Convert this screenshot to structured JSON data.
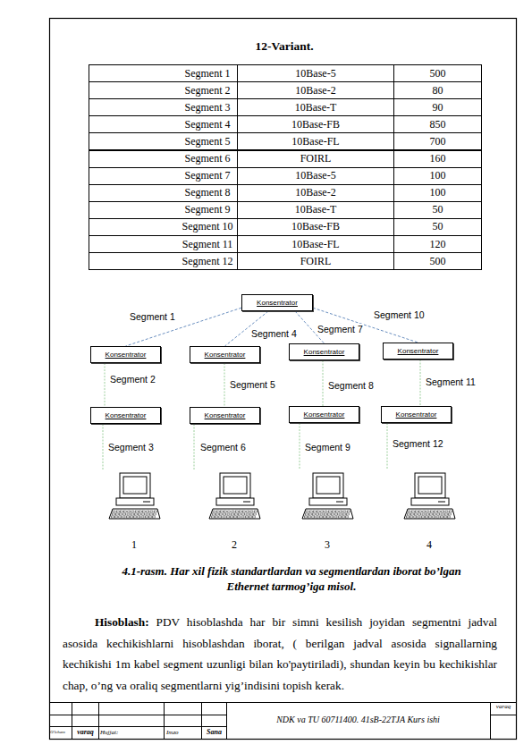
{
  "diagram": {
    "title": "12-Variant.",
    "caption": "4.1-rasm. Har xil fizik standartlardan va segmentlardan iborat bo’lgan Ethernet tarmog’iga misol.",
    "nodes": [
      {
        "text": [
          "Konsentrator"
        ]
      },
      {
        "text": [
          "Konsentrator"
        ]
      },
      {
        "text": [
          "Konsentrator"
        ]
      },
      {
        "text": [
          "Konsentrator"
        ]
      },
      {
        "text": [
          "Konsentrator"
        ]
      },
      {
        "text": [
          "Konsentrator"
        ]
      },
      {
        "text": [
          "Konsentrator"
        ]
      },
      {
        "text": [
          "Konsentrator"
        ]
      },
      {
        "text": [
          "Konsentrator"
        ]
      },
      {
        "text": [
          "1"
        ]
      },
      {
        "text": [
          "2"
        ]
      },
      {
        "text": [
          "3"
        ]
      },
      {
        "text": [
          "4"
        ]
      }
    ],
    "edges": [
      {
        "from": 0,
        "to": 1,
        "label": "Segment 1",
        "arrow": "none"
      },
      {
        "from": 0,
        "to": 2,
        "label": "Segment 4",
        "arrow": "none"
      },
      {
        "from": 0,
        "to": 3,
        "label": "Segment 7",
        "arrow": "none"
      },
      {
        "from": 0,
        "to": 4,
        "label": "Segment 10",
        "arrow": "none"
      },
      {
        "from": 1,
        "to": 5,
        "label": "Segment 2",
        "arrow": "none"
      },
      {
        "from": 2,
        "to": 6,
        "label": "Segment 5",
        "arrow": "none"
      },
      {
        "from": 3,
        "to": 7,
        "label": "Segment 8",
        "arrow": "none"
      },
      {
        "from": 4,
        "to": 8,
        "label": "Segment 11",
        "arrow": "none"
      },
      {
        "from": 5,
        "to": 9,
        "label": "Segment 3",
        "arrow": "none"
      },
      {
        "from": 6,
        "to": 10,
        "label": "Segment 6",
        "arrow": "none"
      },
      {
        "from": 7,
        "to": 11,
        "label": "Segment 9",
        "arrow": "none"
      },
      {
        "from": 8,
        "to": 12,
        "label": "Segment 12",
        "arrow": "none"
      }
    ],
    "labels": [
      "Segment 1",
      "10Base-5",
      "500",
      "Segment 2",
      "10Base-2",
      "80",
      "Segment 3",
      "10Base-T",
      "90",
      "Segment 4",
      "10Base-FB",
      "850",
      "Segment 5",
      "10Base-FL",
      "700",
      "Segment 6",
      "FOIRL",
      "160",
      "Segment 7",
      "10Base-5",
      "100",
      "Segment 8",
      "10Base-2",
      "100",
      "Segment 9",
      "10Base-T",
      "50",
      "Segment 10",
      "10Base-FB",
      "50",
      "Segment 11",
      "10Base-FL",
      "120",
      "Segment 12",
      "FOIRL",
      "500",
      "Hisoblash:",
      "PDV hisoblashda har bir simni kesilish joyidan segmentni jadval asosida kechikishlarni hisoblashdan iborat, ( berilgan jadval asosida signallarning kechikishi 1m kabel  segment uzunligi bilan ko'paytiriladi), shundan keyin bu kechikishlar chap, o’ng va oraliq segmentlarni yig’indisini topish kerak.",
      "NDK va TU  60711400. 41sB-22TJA Kurs ishi",
      "varaq",
      "O'lcham",
      "varaq",
      "Hujjat:",
      "Imzo",
      "Sana"
    ]
  }
}
